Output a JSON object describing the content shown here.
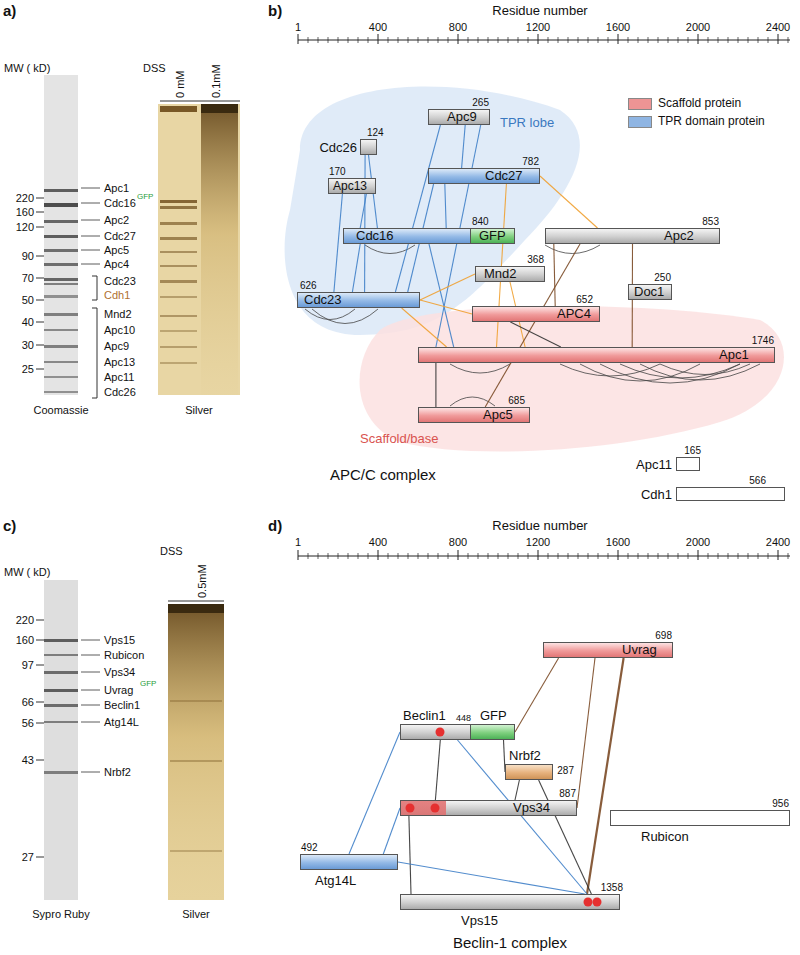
{
  "diagram": {
    "nodes": [
      {
        "text": [
          "Apc9",
          "265"
        ]
      },
      {
        "text": [
          "Cdc26",
          "124"
        ]
      },
      {
        "text": [
          "Cdc27",
          "782"
        ]
      },
      {
        "text": [
          "Apc13",
          "170"
        ]
      },
      {
        "text": [
          "Cdc16",
          "840"
        ]
      },
      {
        "text": [
          "GFP"
        ],
        "in": 4
      },
      {
        "text": [
          "Apc2",
          "853"
        ]
      },
      {
        "text": [
          "Mnd2",
          "368"
        ]
      },
      {
        "text": [
          "Doc1",
          "250"
        ]
      },
      {
        "text": [
          "Cdc23",
          "626"
        ]
      },
      {
        "text": [
          "APC4",
          "652"
        ]
      },
      {
        "text": [
          "Apc1",
          "1746"
        ]
      },
      {
        "text": [
          "Apc5",
          "685"
        ]
      },
      {
        "text": [
          "Apc11",
          "165"
        ]
      },
      {
        "text": [
          "Cdh1",
          "566"
        ]
      },
      {
        "text": [
          "Uvrag",
          "698"
        ]
      },
      {
        "text": [
          "Beclin1",
          "448"
        ]
      },
      {
        "text": [
          "GFP"
        ],
        "in": 16
      },
      {
        "text": [
          "Nrbf2",
          "287"
        ]
      },
      {
        "text": [
          "Vps34",
          "887"
        ]
      },
      {
        "text": [
          "Atg14L",
          "492"
        ]
      },
      {
        "text": [
          "Vps15",
          "1358"
        ]
      },
      {
        "text": [
          "Rubicon",
          "956"
        ]
      }
    ],
    "edges": [
      {
        "from": 1,
        "to": 4,
        "arrow": "none"
      },
      {
        "from": 1,
        "to": 9,
        "arrow": "none"
      },
      {
        "from": 0,
        "to": 9,
        "arrow": "none"
      },
      {
        "from": 0,
        "to": 2,
        "arrow": "none"
      },
      {
        "from": 0,
        "to": 11,
        "arrow": "none"
      },
      {
        "from": 2,
        "to": 4,
        "arrow": "none"
      },
      {
        "from": 2,
        "to": 9,
        "arrow": "none"
      },
      {
        "from": 3,
        "to": 9,
        "arrow": "none"
      },
      {
        "from": 3,
        "to": 4,
        "arrow": "none"
      },
      {
        "from": 4,
        "to": 9,
        "arrow": "none"
      },
      {
        "from": 4,
        "to": 11,
        "arrow": "none"
      },
      {
        "from": 2,
        "to": 11,
        "arrow": "none"
      },
      {
        "from": 9,
        "to": 11,
        "arrow": "none"
      },
      {
        "from": 9,
        "to": 7,
        "arrow": "none"
      },
      {
        "from": 9,
        "to": 10,
        "arrow": "none"
      },
      {
        "from": 2,
        "to": 6,
        "arrow": "none"
      },
      {
        "from": 7,
        "to": 11,
        "arrow": "none"
      },
      {
        "from": 6,
        "to": 11,
        "arrow": "none"
      },
      {
        "from": 6,
        "to": 12,
        "arrow": "none"
      },
      {
        "from": 6,
        "to": 10,
        "arrow": "none"
      },
      {
        "from": 11,
        "to": 12,
        "arrow": "none"
      },
      {
        "from": 10,
        "to": 11,
        "arrow": "none"
      },
      {
        "from": 15,
        "to": 16,
        "arrow": "none"
      },
      {
        "from": 15,
        "to": 19,
        "arrow": "none"
      },
      {
        "from": 15,
        "to": 21,
        "arrow": "none"
      },
      {
        "from": 16,
        "to": 20,
        "arrow": "none"
      },
      {
        "from": 16,
        "to": 19,
        "arrow": "none"
      },
      {
        "from": 16,
        "to": 21,
        "arrow": "none"
      },
      {
        "from": 18,
        "to": 19,
        "arrow": "none"
      },
      {
        "from": 18,
        "to": 21,
        "arrow": "none"
      },
      {
        "from": 19,
        "to": 20,
        "arrow": "none"
      },
      {
        "from": 19,
        "to": 21,
        "arrow": "none"
      },
      {
        "from": 20,
        "to": 21,
        "arrow": "none"
      },
      {
        "from": 16,
        "to": 18,
        "arrow": "none"
      }
    ],
    "labels": [
      "a)",
      "MW ( kD)",
      "220",
      "160",
      "120",
      "90",
      "70",
      "50",
      "40",
      "30",
      "25",
      "Apc1",
      "Cdc16",
      "GFP",
      "Apc2",
      "Cdc27",
      "Apc5",
      "Apc4",
      "Cdc23",
      "Cdh1",
      "Mnd2",
      "Apc10",
      "Apc9",
      "Apc13",
      "Apc11",
      "Cdc26",
      "Coomassie",
      "DSS",
      "0 mM",
      "0.1mM",
      "Silver",
      "b)",
      "Residue number",
      "1",
      "400",
      "800",
      "1200",
      "1600",
      "2000",
      "2400",
      "TPR lobe",
      "Scaffold/base",
      "APC/C complex",
      "c)",
      "MW ( kD)",
      "220",
      "160",
      "97",
      "66",
      "56",
      "43",
      "27",
      "Vps15",
      "Rubicon",
      "Vps34",
      "Uvrag",
      "GFP",
      "Beclin1",
      "Atg14L",
      "Nrbf2",
      "Sypro Ruby",
      "DSS",
      "0.5mM",
      "Silver",
      "d)",
      "Residue number",
      "1",
      "400",
      "800",
      "1200",
      "1600",
      "2000",
      "2400",
      "Beclin-1 complex"
    ],
    "legend": [
      {
        "text": "Scaffold protein",
        "color": "#ee9494"
      },
      {
        "text": "TPR domain protein",
        "color": "#8fb5e3"
      }
    ]
  }
}
